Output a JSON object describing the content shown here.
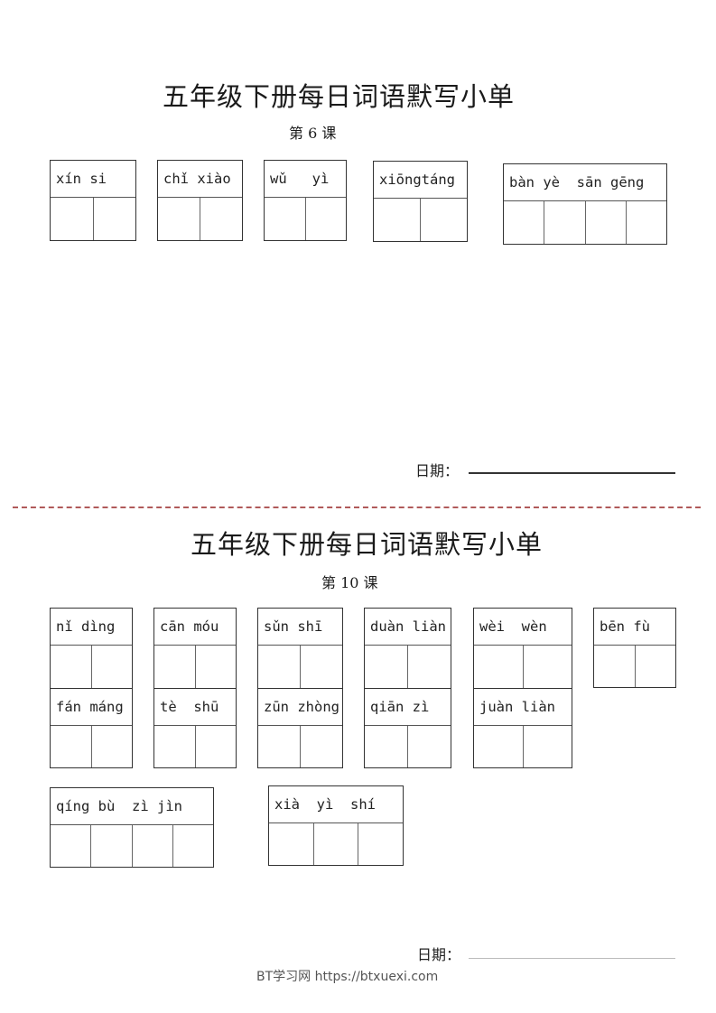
{
  "sheets": [
    {
      "title": "五年级下册每日词语默写小单",
      "lesson": "第 6 课",
      "words": [
        {
          "pinyin": "xín si",
          "chars": 2
        },
        {
          "pinyin": "chǐ xiào",
          "chars": 2
        },
        {
          "pinyin": "wǔ   yì",
          "chars": 2
        },
        {
          "pinyin": "xiōngtáng",
          "chars": 2
        },
        {
          "pinyin": "bàn yè  sān gēng",
          "chars": 4
        }
      ],
      "date_label": "日期："
    },
    {
      "title": "五年级下册每日词语默写小单",
      "lesson": "第 10 课",
      "words": [
        {
          "pinyin": "nǐ dìng",
          "chars": 2
        },
        {
          "pinyin": "cān móu",
          "chars": 2
        },
        {
          "pinyin": "sǔn shī",
          "chars": 2
        },
        {
          "pinyin": "duàn liàn",
          "chars": 2
        },
        {
          "pinyin": "wèi  wèn",
          "chars": 2
        },
        {
          "pinyin": "bēn fù",
          "chars": 2
        },
        {
          "pinyin": "fán máng",
          "chars": 2
        },
        {
          "pinyin": "tè  shū",
          "chars": 2
        },
        {
          "pinyin": "zūn zhòng",
          "chars": 2
        },
        {
          "pinyin": "qiān zì",
          "chars": 2
        },
        {
          "pinyin": "juàn liàn",
          "chars": 2
        },
        {
          "pinyin": "qíng bù  zì jìn",
          "chars": 4
        },
        {
          "pinyin": "xià  yì  shí",
          "chars": 3
        }
      ],
      "date_label": "日期："
    }
  ],
  "footer": "BT学习网 https://btxuexi.com"
}
